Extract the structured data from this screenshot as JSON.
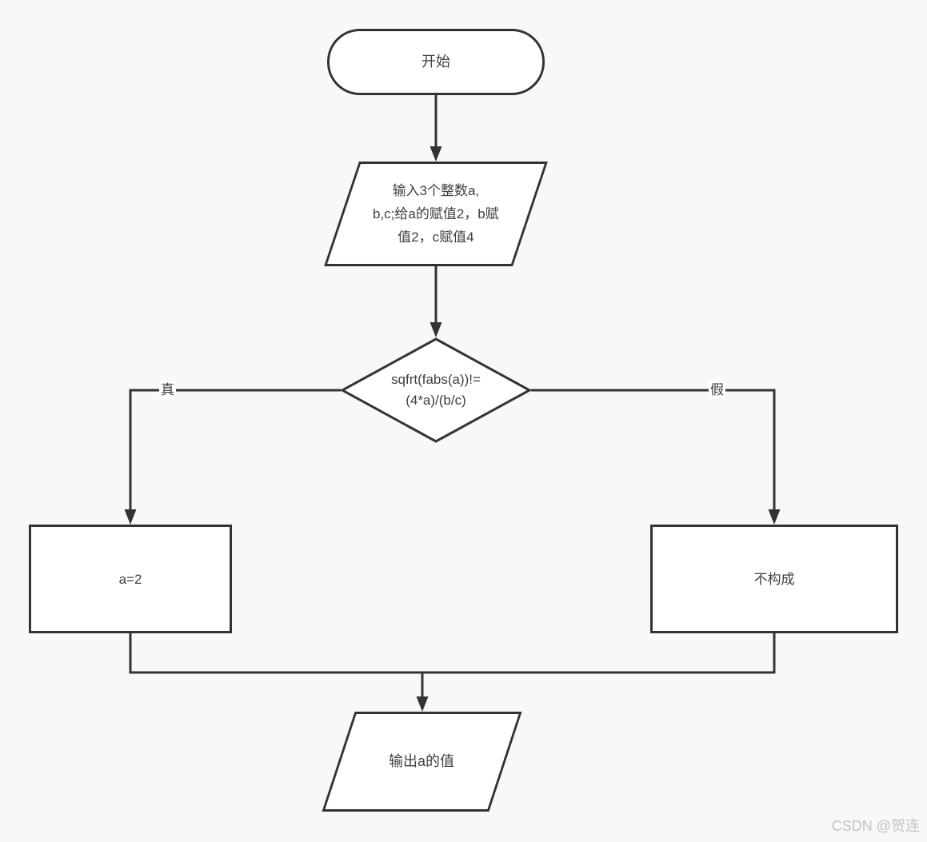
{
  "theme": {
    "background": "#f8f8f8",
    "stroke": "#333333",
    "text": "#404040",
    "node_fill": "#ffffff",
    "watermark_color": "#c4c4c4"
  },
  "diagram": {
    "type": "flowchart",
    "nodes": {
      "start": {
        "shape": "terminator",
        "label": "开始"
      },
      "input": {
        "shape": "parallelogram-io",
        "label": "输入3个整数a,b,c;给a的赋值2，b赋值2，c赋值4",
        "lines": [
          "输入3个整数a,",
          "b,c;给a的赋值2，b赋",
          "值2，c赋值4"
        ]
      },
      "decision": {
        "shape": "diamond",
        "label": "sqfrt(fabs(a))!=(4*a)/(b/c)",
        "lines": [
          "sqfrt(fabs(a))!=",
          "(4*a)/(b/c)"
        ]
      },
      "true_process": {
        "shape": "rectangle",
        "label": "a=2"
      },
      "false_process": {
        "shape": "rectangle",
        "label": "不构成"
      },
      "output": {
        "shape": "parallelogram-io",
        "label": "输出a的值"
      }
    },
    "edges": {
      "true_label": "真",
      "false_label": "假"
    }
  },
  "watermark": {
    "text": "CSDN @贺连"
  }
}
